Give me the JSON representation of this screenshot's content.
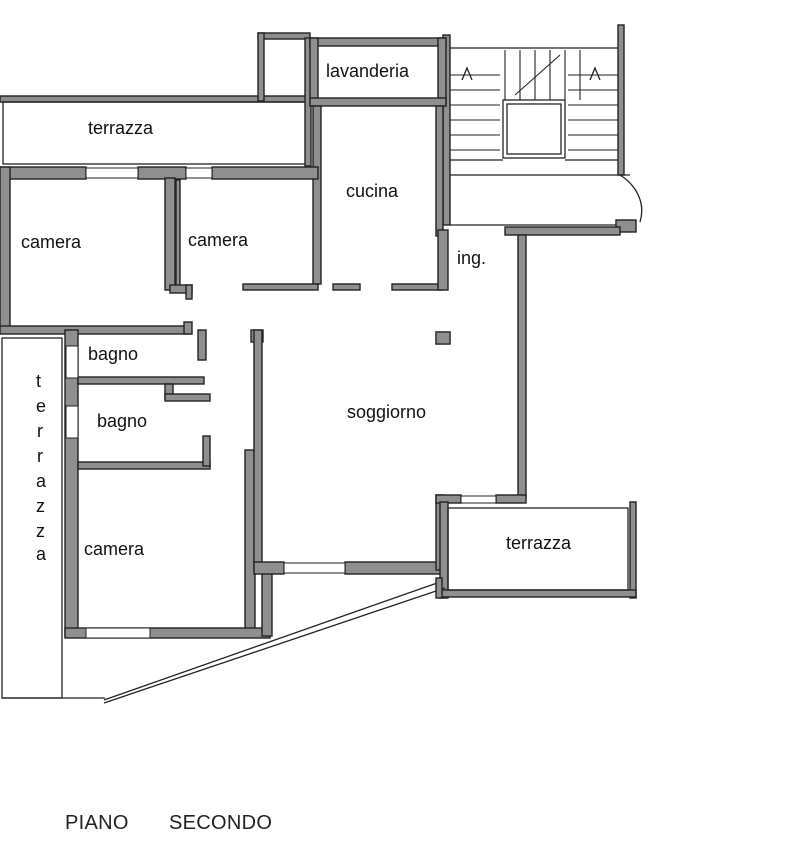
{
  "rooms": {
    "lavanderia": "lavanderia",
    "terrazza_top": "terrazza",
    "cucina": "cucina",
    "camera_1": "camera",
    "camera_2": "camera",
    "ingresso": "ing.",
    "bagno_1": "bagno",
    "bagno_2": "bagno",
    "soggiorno": "soggiorno",
    "camera_3": "camera",
    "terrazza_right": "terrazza",
    "terrazza_left": [
      "t",
      "e",
      "r",
      "r",
      "a",
      "z",
      "z",
      "a"
    ]
  },
  "footer": {
    "floor": "PIANO",
    "level": "SECONDO"
  }
}
